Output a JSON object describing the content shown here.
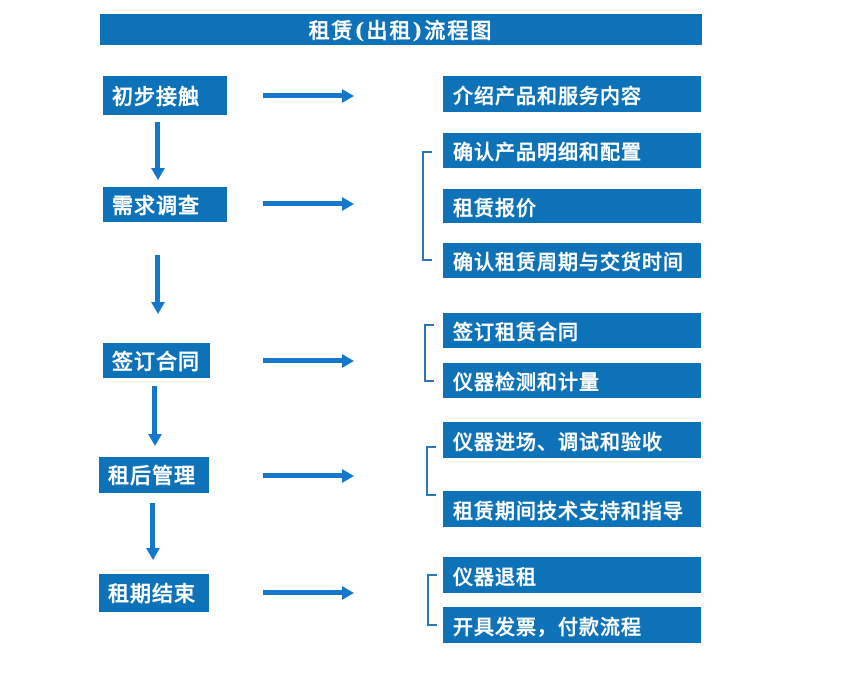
{
  "title": "租赁(出租)流程图",
  "colors": {
    "box-blue": "#0e72b9",
    "arrow-blue": "#1377cc",
    "bracket-blue": "#2e75b6",
    "text": "#ffffff",
    "background": "#ffffff"
  },
  "stages": [
    {
      "label": "初步接触",
      "outputs": [
        "介绍产品和服务内容"
      ]
    },
    {
      "label": "需求调查",
      "outputs": [
        "确认产品明细和配置",
        "租赁报价",
        "确认租赁周期与交货时间"
      ]
    },
    {
      "label": "签订合同",
      "outputs": [
        "签订租赁合同",
        "仪器检测和计量"
      ]
    },
    {
      "label": "租后管理",
      "outputs": [
        "仪器进场、调试和验收",
        "租赁期间技术支持和指导"
      ]
    },
    {
      "label": "租期结束",
      "outputs": [
        "仪器退租",
        "开具发票，付款流程"
      ]
    }
  ]
}
